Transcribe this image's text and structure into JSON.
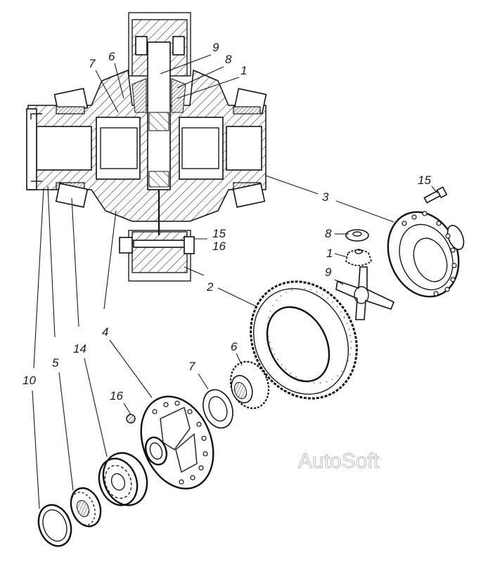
{
  "diagram": {
    "title": "Differential assembly – sectional and exploded view",
    "watermark": "AutoSoft",
    "callouts": [
      {
        "id": "c-9-top",
        "label": "9",
        "part": "cross-spider"
      },
      {
        "id": "c-8-top",
        "label": "8",
        "part": "thrust-washer-pinion"
      },
      {
        "id": "c-1-top",
        "label": "1",
        "part": "pinion-gear"
      },
      {
        "id": "c-7-top",
        "label": "7",
        "part": "thrust-washer-side-gear"
      },
      {
        "id": "c-6-top",
        "label": "6",
        "part": "side-gear"
      },
      {
        "id": "c-3",
        "label": "3",
        "part": "differential-case-half-right"
      },
      {
        "id": "c-15-right",
        "label": "15",
        "part": "bolt"
      },
      {
        "id": "c-15-mid",
        "label": "15",
        "part": "bolt"
      },
      {
        "id": "c-16-mid",
        "label": "16",
        "part": "nut"
      },
      {
        "id": "c-8-right",
        "label": "8",
        "part": "thrust-washer-pinion"
      },
      {
        "id": "c-1-right",
        "label": "1",
        "part": "pinion-gear"
      },
      {
        "id": "c-9-right",
        "label": "9",
        "part": "cross-spider"
      },
      {
        "id": "c-2",
        "label": "2",
        "part": "driven-gear"
      },
      {
        "id": "c-6-low",
        "label": "6",
        "part": "side-gear"
      },
      {
        "id": "c-7-low",
        "label": "7",
        "part": "thrust-washer-side-gear"
      },
      {
        "id": "c-4",
        "label": "4",
        "part": "differential-case-half-left"
      },
      {
        "id": "c-16-low",
        "label": "16",
        "part": "nut"
      },
      {
        "id": "c-14",
        "label": "14",
        "part": "bearing"
      },
      {
        "id": "c-5",
        "label": "5",
        "part": "roller-bearing"
      },
      {
        "id": "c-10",
        "label": "10",
        "part": "retaining-ring"
      }
    ]
  }
}
